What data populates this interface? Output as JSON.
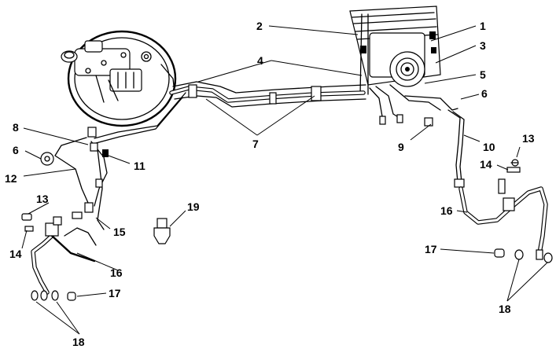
{
  "callouts": [
    {
      "id": "c1",
      "text": "1"
    },
    {
      "id": "c2",
      "text": "2"
    },
    {
      "id": "c3",
      "text": "3"
    },
    {
      "id": "c4",
      "text": "4"
    },
    {
      "id": "c5",
      "text": "5"
    },
    {
      "id": "c6a",
      "text": "6"
    },
    {
      "id": "c6b",
      "text": "6"
    },
    {
      "id": "c7",
      "text": "7"
    },
    {
      "id": "c8",
      "text": "8"
    },
    {
      "id": "c9",
      "text": "9"
    },
    {
      "id": "c10",
      "text": "10"
    },
    {
      "id": "c11",
      "text": "11"
    },
    {
      "id": "c12",
      "text": "12"
    },
    {
      "id": "c13a",
      "text": "13"
    },
    {
      "id": "c13b",
      "text": "13"
    },
    {
      "id": "c14a",
      "text": "14"
    },
    {
      "id": "c14b",
      "text": "14"
    },
    {
      "id": "c15",
      "text": "15"
    },
    {
      "id": "c16a",
      "text": "16"
    },
    {
      "id": "c16b",
      "text": "16"
    },
    {
      "id": "c17a",
      "text": "17"
    },
    {
      "id": "c17b",
      "text": "17"
    },
    {
      "id": "c18a",
      "text": "18"
    },
    {
      "id": "c18b",
      "text": "18"
    },
    {
      "id": "c19",
      "text": "19"
    }
  ]
}
